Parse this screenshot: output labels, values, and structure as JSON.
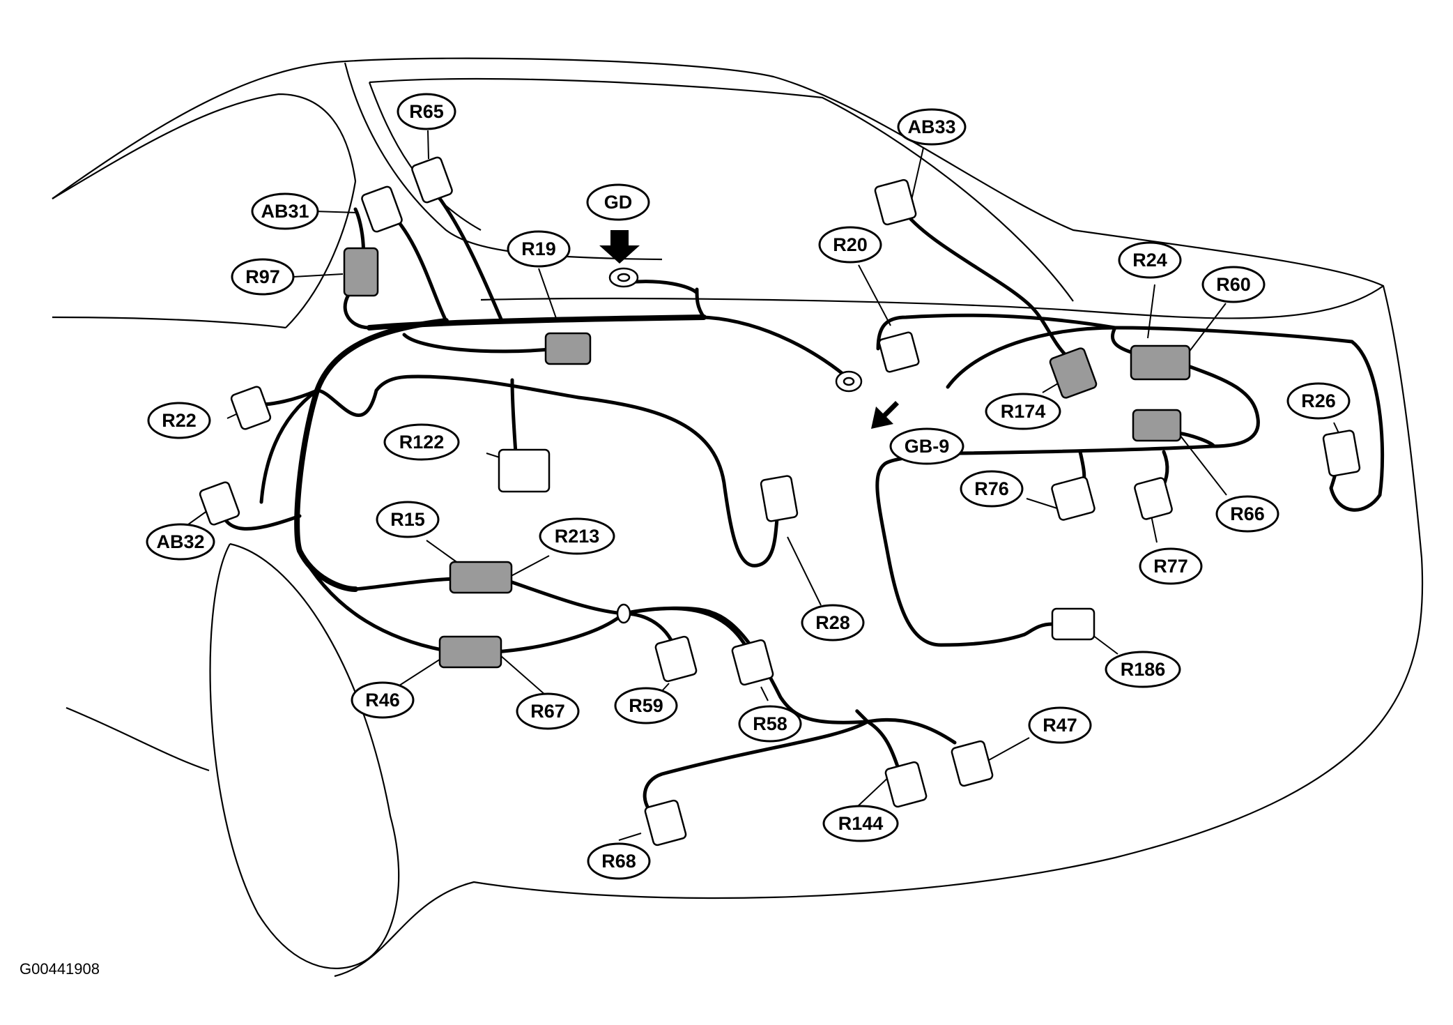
{
  "figure_id": "G00441908",
  "connectors": {
    "R65": "R65",
    "AB31": "AB31",
    "R97": "R97",
    "GD": "GD",
    "R19": "R19",
    "R20": "R20",
    "AB33": "AB33",
    "R24": "R24",
    "R60": "R60",
    "R22": "R22",
    "R122": "R122",
    "R174": "R174",
    "R26": "R26",
    "GB9": "GB-9",
    "R76": "R76",
    "R66": "R66",
    "AB32": "AB32",
    "R15": "R15",
    "R213": "R213",
    "R77": "R77",
    "R28": "R28",
    "R186": "R186",
    "R46": "R46",
    "R67": "R67",
    "R59": "R59",
    "R58": "R58",
    "R47": "R47",
    "R144": "R144",
    "R68": "R68"
  },
  "colors": {
    "line": "#000000",
    "connector_shaded": "#9a9a9a",
    "background": "#ffffff"
  }
}
